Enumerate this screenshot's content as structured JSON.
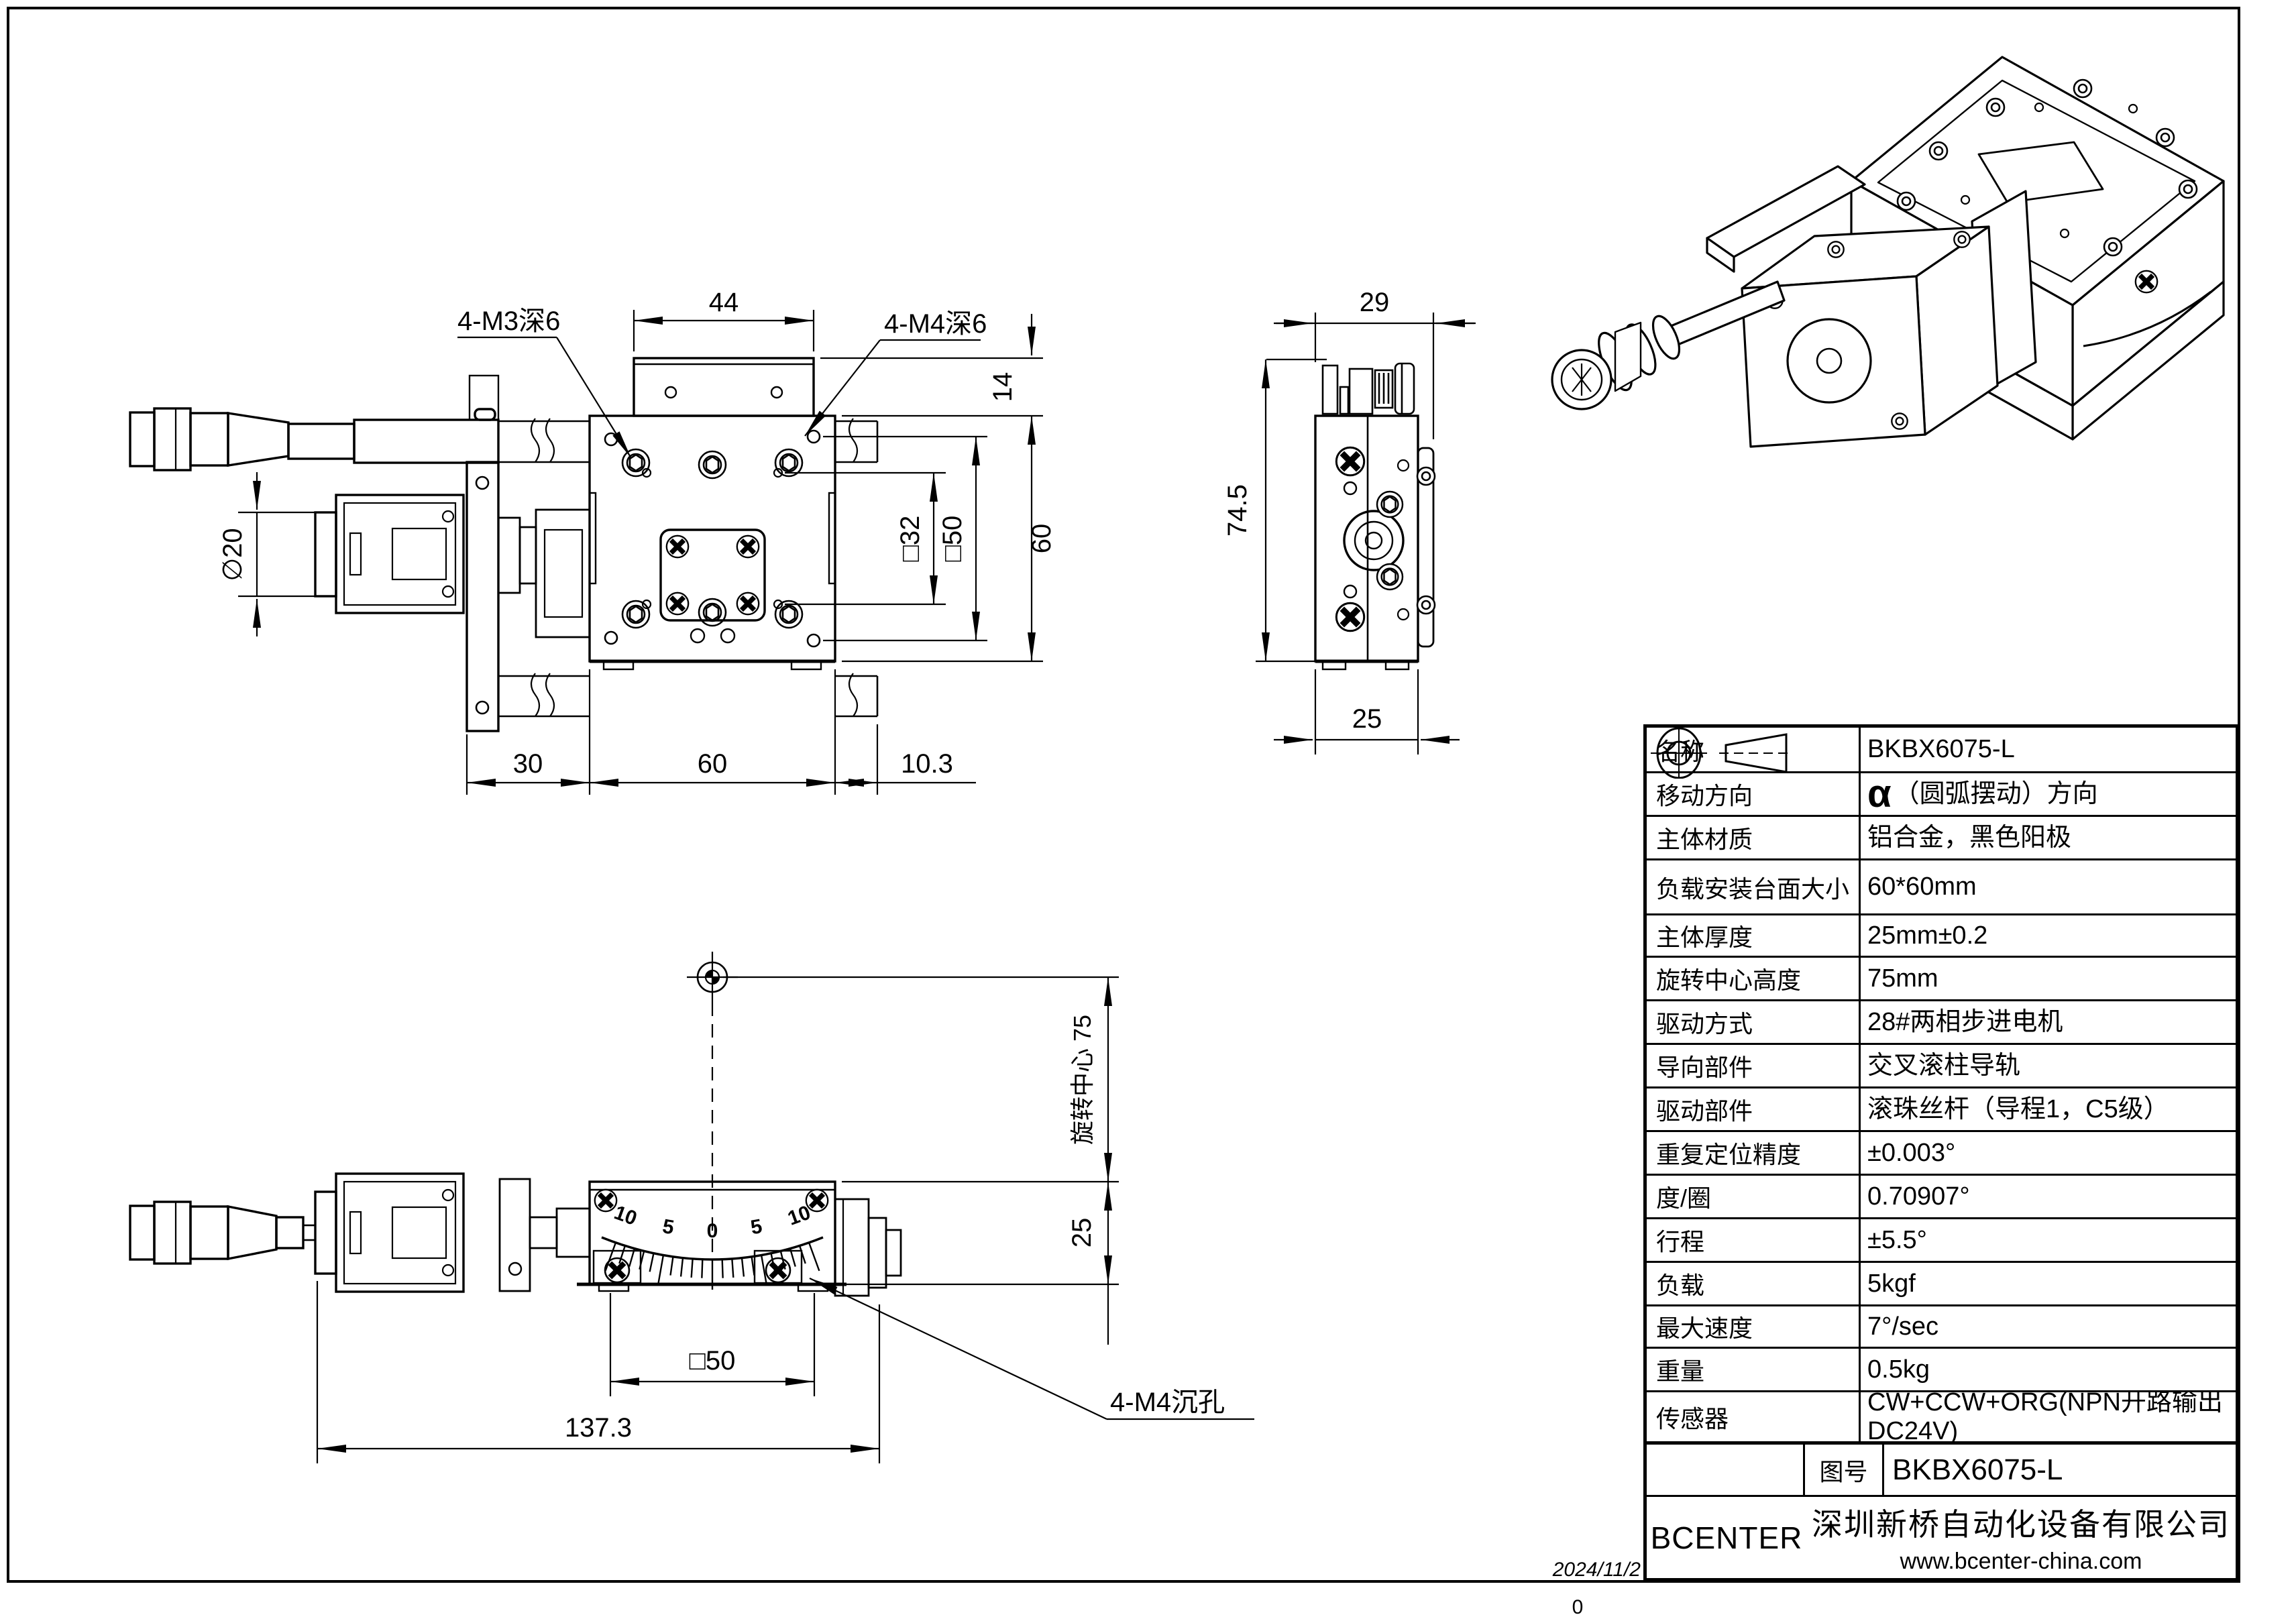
{
  "frame": {
    "date": "2024/11/2",
    "revision": "0"
  },
  "front_view": {
    "label_m3": "4-M3深6",
    "label_m4": "4-M4深6",
    "dim_top_width": "44",
    "dim_plate_offset": "14",
    "dim_height": "60",
    "dim_sq32": "□32",
    "dim_sq50": "□50",
    "dim_shaft_dia": "∅20",
    "dim_left": "30",
    "dim_width": "60",
    "dim_right": "10.3"
  },
  "side_view": {
    "dim_width_total": "29",
    "dim_height": "74.5",
    "dim_thickness": "25"
  },
  "bottom_view": {
    "label_rotation_center": "旋转中心 75",
    "dim_thickness": "25",
    "dim_sq50": "□50",
    "dim_length": "137.3",
    "label_m4_sink": "4-M4沉孔",
    "scale_labels": [
      "10",
      "5",
      "0",
      "5",
      "10"
    ]
  },
  "spec_table": {
    "rows": [
      {
        "label": "名称",
        "value": "BKBX6075-L"
      },
      {
        "label": "移动方向",
        "alpha": "α",
        "value": "（圆弧摆动）方向"
      },
      {
        "label": "主体材质",
        "value": "铝合金，黑色阳极"
      },
      {
        "label": "负载安装台面大小",
        "value": "60*60mm"
      },
      {
        "label": "主体厚度",
        "value": "25mm±0.2"
      },
      {
        "label": "旋转中心高度",
        "value": "75mm"
      },
      {
        "label": "驱动方式",
        "value": "28#两相步进电机"
      },
      {
        "label": "导向部件",
        "value": "交叉滚柱导轨"
      },
      {
        "label": "驱动部件",
        "value": "滚珠丝杆（导程1，C5级）"
      },
      {
        "label": "重复定位精度",
        "value": "±0.003°"
      },
      {
        "label": "度/圈",
        "value": "0.70907°"
      },
      {
        "label": "行程",
        "value": "±5.5°"
      },
      {
        "label": "负载",
        "value": "5kgf"
      },
      {
        "label": "最大速度",
        "value": "7°/sec"
      },
      {
        "label": "重量",
        "value": "0.5kg"
      },
      {
        "label": "传感器",
        "value": "CW+CCW+ORG(NPN开路输出DC24V)"
      }
    ]
  },
  "title_block": {
    "drawing_no_label": "图号",
    "drawing_no": "BKBX6075-L",
    "brand": "BCENTER",
    "company": "深圳新桥自动化设备有限公司",
    "website": "www.bcenter-china.com"
  }
}
